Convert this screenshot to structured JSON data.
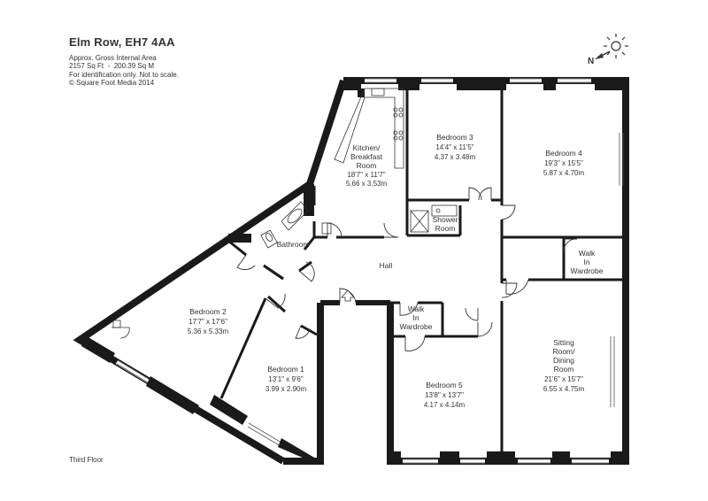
{
  "header": {
    "title": "Elm Row, EH7 4AA",
    "area_label": "Approx. Gross Internal Area",
    "area_value": "2157 Sq Ft  -  200.39 Sq M",
    "disclaimer": "For identification only. Not to scale.",
    "copyright": "© Square Foot Media 2014"
  },
  "compass": {
    "label": "N"
  },
  "floor_label": "Third Floor",
  "rooms": {
    "kitchen": {
      "name1": "Kitchen/",
      "name2": "Breakfast",
      "name3": "Room",
      "imperial": "18'7\" x 11'7\"",
      "metric": "5.66 x 3.53m"
    },
    "bedroom3": {
      "name": "Bedroom 3",
      "imperial": "14'4\" x 11'5\"",
      "metric": "4.37 x 3.48m"
    },
    "bedroom4": {
      "name": "Bedroom 4",
      "imperial": "19'3\" x 15'5\"",
      "metric": "5.87 x 4.70m"
    },
    "shower": {
      "name1": "Shower",
      "name2": "Room"
    },
    "bathroom": {
      "name": "Bathroom"
    },
    "hall": {
      "name": "Hall"
    },
    "walkin1": {
      "name1": "Walk",
      "name2": "In",
      "name3": "Wardrobe"
    },
    "walkin2": {
      "name1": "Walk",
      "name2": "In",
      "name3": "Wardrobe"
    },
    "bedroom2": {
      "name": "Bedroom 2",
      "imperial": "17'7\" x 17'6\"",
      "metric": "5.36 x 5.33m"
    },
    "bedroom1": {
      "name": "Bedroom 1",
      "imperial": "13'1\" x 9'6\"",
      "metric": "3.99 x 2.90m"
    },
    "bedroom5": {
      "name": "Bedroom 5",
      "imperial": "13'8\" x 13'7\"",
      "metric": "4.17 x 4.14m"
    },
    "sitting": {
      "name1": "Sitting",
      "name2": "Room/",
      "name3": "Dining",
      "name4": "Room",
      "imperial": "21'6\" x 15'7\"",
      "metric": "6.55 x 4.75m"
    }
  }
}
